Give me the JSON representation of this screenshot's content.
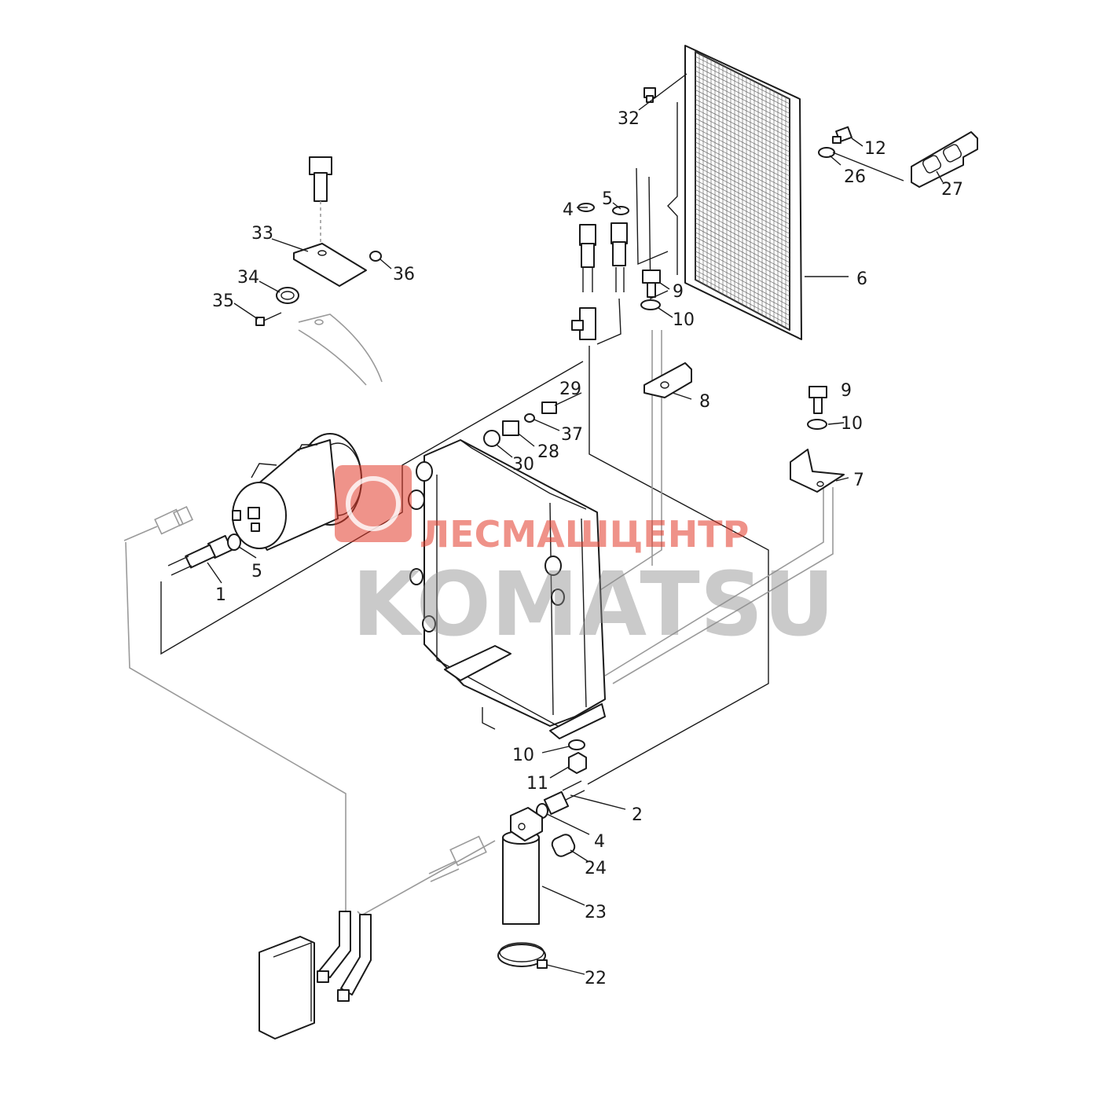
{
  "watermark": {
    "line1": "ЛЕСМАШЦЕНТР",
    "line2": "KOMATSU"
  },
  "callouts": {
    "c1": "1",
    "c2": "2",
    "c4a": "4",
    "c4b": "4",
    "c5a": "5",
    "c5b": "5",
    "c6": "6",
    "c7": "7",
    "c8": "8",
    "c9a": "9",
    "c9b": "9",
    "c10a": "10",
    "c10b": "10",
    "c10c": "10",
    "c11": "11",
    "c12": "12",
    "c22": "22",
    "c23": "23",
    "c24": "24",
    "c26": "26",
    "c27": "27",
    "c28": "28",
    "c29": "29",
    "c30": "30",
    "c32": "32",
    "c33": "33",
    "c34": "34",
    "c35": "35",
    "c36": "36",
    "c37": "37"
  }
}
